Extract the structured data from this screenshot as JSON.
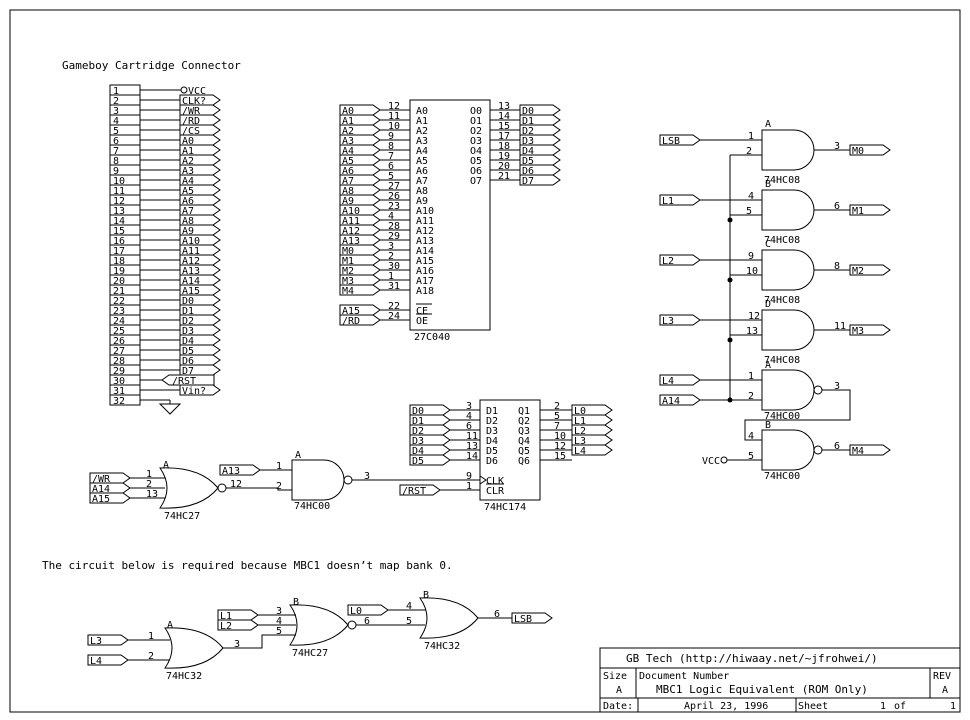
{
  "connector": {
    "title": "Gameboy Cartridge Connector",
    "pins": [
      "1",
      "2",
      "3",
      "4",
      "5",
      "6",
      "7",
      "8",
      "9",
      "10",
      "11",
      "12",
      "13",
      "14",
      "15",
      "16",
      "17",
      "18",
      "19",
      "20",
      "21",
      "22",
      "23",
      "24",
      "25",
      "26",
      "27",
      "28",
      "29",
      "30",
      "31",
      "32"
    ],
    "signals": [
      "VCC",
      "CLK?",
      "/WR",
      "/RD",
      "/CS",
      "A0",
      "A1",
      "A2",
      "A3",
      "A4",
      "A5",
      "A6",
      "A7",
      "A8",
      "A9",
      "A10",
      "A11",
      "A12",
      "A13",
      "A14",
      "A15",
      "D0",
      "D1",
      "D2",
      "D3",
      "D4",
      "D5",
      "D6",
      "D7",
      "/RST",
      "Vin?",
      ""
    ]
  },
  "rom": {
    "part": "27C040",
    "addr_inputs": [
      {
        "net": "A0",
        "pin": "12",
        "name": "A0"
      },
      {
        "net": "A1",
        "pin": "11",
        "name": "A1"
      },
      {
        "net": "A2",
        "pin": "10",
        "name": "A2"
      },
      {
        "net": "A3",
        "pin": "9",
        "name": "A3"
      },
      {
        "net": "A4",
        "pin": "8",
        "name": "A4"
      },
      {
        "net": "A5",
        "pin": "7",
        "name": "A5"
      },
      {
        "net": "A6",
        "pin": "6",
        "name": "A6"
      },
      {
        "net": "A7",
        "pin": "5",
        "name": "A7"
      },
      {
        "net": "A8",
        "pin": "27",
        "name": "A8"
      },
      {
        "net": "A9",
        "pin": "26",
        "name": "A9"
      },
      {
        "net": "A10",
        "pin": "23",
        "name": "A10"
      },
      {
        "net": "A11",
        "pin": "4",
        "name": "A11"
      },
      {
        "net": "A12",
        "pin": "28",
        "name": "A12"
      },
      {
        "net": "A13",
        "pin": "29",
        "name": "A13"
      },
      {
        "net": "M0",
        "pin": "3",
        "name": "A14"
      },
      {
        "net": "M1",
        "pin": "2",
        "name": "A15"
      },
      {
        "net": "M2",
        "pin": "30",
        "name": "A16"
      },
      {
        "net": "M3",
        "pin": "1",
        "name": "A17"
      },
      {
        "net": "M4",
        "pin": "31",
        "name": "A18"
      }
    ],
    "ctrl_inputs": [
      {
        "net": "A15",
        "pin": "22",
        "name": "CE"
      },
      {
        "net": "/RD",
        "pin": "24",
        "name": "OE"
      }
    ],
    "outputs": [
      {
        "name": "O0",
        "pin": "13",
        "net": "D0"
      },
      {
        "name": "O1",
        "pin": "14",
        "net": "D1"
      },
      {
        "name": "O2",
        "pin": "15",
        "net": "D2"
      },
      {
        "name": "O3",
        "pin": "17",
        "net": "D3"
      },
      {
        "name": "O4",
        "pin": "18",
        "net": "D4"
      },
      {
        "name": "O5",
        "pin": "19",
        "net": "D5"
      },
      {
        "name": "O6",
        "pin": "20",
        "net": "D6"
      },
      {
        "name": "O7",
        "pin": "21",
        "net": "D7"
      }
    ]
  },
  "and_gates": [
    {
      "unit": "A",
      "part": "74HC08",
      "in1": {
        "net": "LSB",
        "pin": "1"
      },
      "in2_pin": "2",
      "out_pin": "3",
      "out_net": "M0"
    },
    {
      "unit": "B",
      "part": "74HC08",
      "in1": {
        "net": "L1",
        "pin": "4"
      },
      "in2_pin": "5",
      "out_pin": "6",
      "out_net": "M1"
    },
    {
      "unit": "C",
      "part": "74HC08",
      "in1": {
        "net": "L2",
        "pin": "9"
      },
      "in2_pin": "10",
      "out_pin": "8",
      "out_net": "M2"
    },
    {
      "unit": "D",
      "part": "74HC08",
      "in1": {
        "net": "L3",
        "pin": "12"
      },
      "in2_pin": "13",
      "out_pin": "11",
      "out_net": "M3"
    }
  ],
  "nand_right": [
    {
      "unit": "A",
      "part": "74HC00",
      "in1": {
        "net": "L4",
        "pin": "1"
      },
      "in2": {
        "net": "A14",
        "pin": "2"
      },
      "out_pin": "3"
    },
    {
      "unit": "B",
      "part": "74HC00",
      "in1_pin": "4",
      "in2": {
        "net": "VCC",
        "pin": "5"
      },
      "out_pin": "6",
      "out_net": "M4"
    }
  ],
  "nor3": {
    "unit": "A",
    "part": "74HC27",
    "inputs": [
      {
        "net": "/WR",
        "pin": "1"
      },
      {
        "net": "A14",
        "pin": "2"
      },
      {
        "net": "A15",
        "pin": "13"
      }
    ],
    "out_pin": "12"
  },
  "nand_mid": {
    "unit": "A",
    "part": "74HC00",
    "in1": {
      "net": "A13",
      "pin": "1"
    },
    "in2_pin": "2",
    "out_pin": "3"
  },
  "latch": {
    "part": "74HC174",
    "inputs": [
      {
        "net": "D0",
        "pin": "3",
        "name": "D1"
      },
      {
        "net": "D1",
        "pin": "4",
        "name": "D2"
      },
      {
        "net": "D2",
        "pin": "6",
        "name": "D3"
      },
      {
        "net": "D3",
        "pin": "11",
        "name": "D4"
      },
      {
        "net": "D4",
        "pin": "13",
        "name": "D5"
      },
      {
        "net": "D5",
        "pin": "14",
        "name": "D6"
      }
    ],
    "outputs": [
      {
        "name": "Q1",
        "pin": "2",
        "net": "L0"
      },
      {
        "name": "Q2",
        "pin": "5",
        "net": "L1"
      },
      {
        "name": "Q3",
        "pin": "7",
        "net": "L2"
      },
      {
        "name": "Q4",
        "pin": "10",
        "net": "L3"
      },
      {
        "name": "Q5",
        "pin": "12",
        "net": "L4"
      },
      {
        "name": "Q6",
        "pin": "15",
        "net": ""
      }
    ],
    "clk": {
      "pin": "9",
      "name": "CLK"
    },
    "clr": {
      "pin": "1",
      "name": "CLR",
      "net": "/RST"
    }
  },
  "note": "The circuit below is required because MBC1 doesn’t map bank 0.",
  "bottom": {
    "or_a": {
      "unit": "A",
      "part": "74HC32",
      "in1": {
        "net": "L3",
        "pin": "1"
      },
      "in2": {
        "net": "L4",
        "pin": "2"
      },
      "out_pin": "3"
    },
    "nor_b": {
      "unit": "B",
      "part": "74HC27",
      "in1": {
        "net": "L1",
        "pin": "3"
      },
      "in2": {
        "net": "L2",
        "pin": "4"
      },
      "in3_pin": "5",
      "out_pin": "6"
    },
    "or_b": {
      "unit": "B",
      "part": "74HC32",
      "in1": {
        "net": "L0",
        "pin": "4"
      },
      "in2_pin": "5",
      "out_pin": "6",
      "out_net": "LSB"
    }
  },
  "title_block": {
    "company": "GB Tech (http://hiwaay.net/~jfrohwei/)",
    "size_label": "Size",
    "size": "A",
    "docnum_label": "Document Number",
    "docnum": "MBC1 Logic Equivalent (ROM Only)",
    "rev_label": "REV",
    "rev": "A",
    "date_label": "Date:",
    "date": "April 23, 1996",
    "sheet_label": "Sheet",
    "sheet": "1",
    "of_label": "of",
    "sheets": "1"
  }
}
